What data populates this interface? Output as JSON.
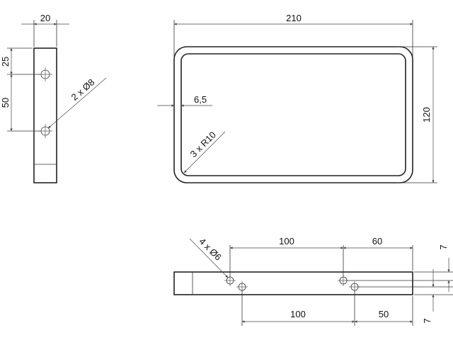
{
  "colors": {
    "line": "#222222",
    "dimension": "#444444",
    "background": "#ffffff"
  },
  "side_view": {
    "width": "20",
    "offset_top": "25",
    "hole_spacing": "50",
    "holes": "2 x Ø8"
  },
  "top_view": {
    "length": "210",
    "height": "120",
    "wall": "6,5",
    "radii": "3 x R10"
  },
  "front_view": {
    "holes": "4 x Ø6",
    "upper_spacing": "100",
    "upper_end": "60",
    "lower_spacing": "100",
    "lower_end": "50",
    "upper_offset": "7",
    "lower_offset": "7"
  }
}
